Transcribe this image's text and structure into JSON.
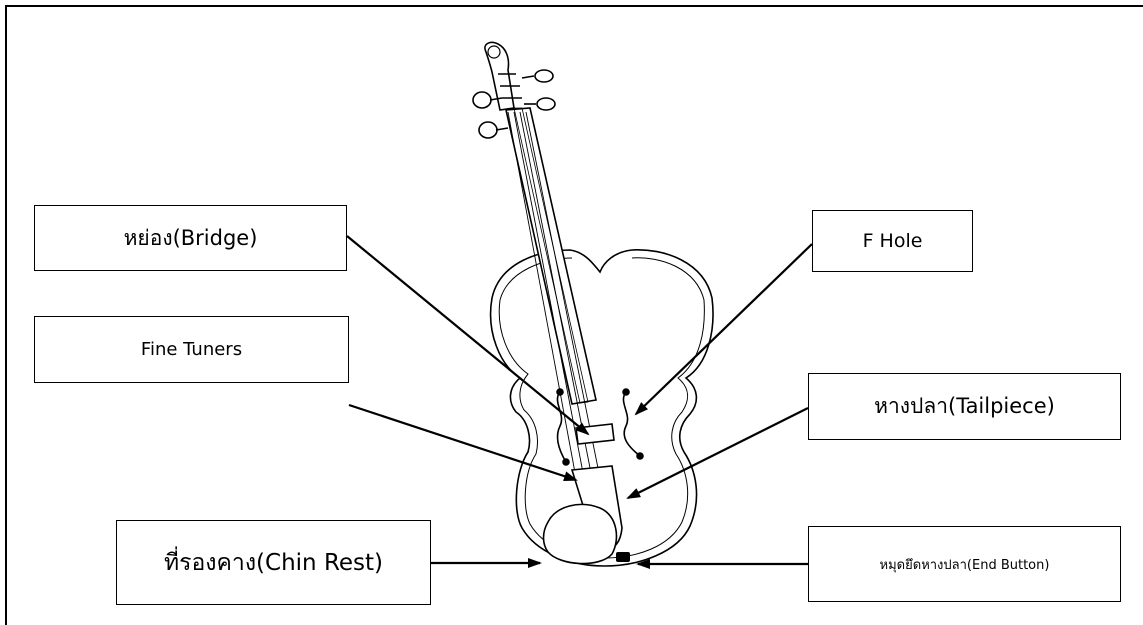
{
  "labels": {
    "bridge": "หย่อง(Bridge)",
    "f_hole": "F Hole",
    "fine_tuners": "Fine Tuners",
    "tailpiece": "หางปลา(Tailpiece)",
    "chin_rest": "ที่รองคาง(Chin Rest)",
    "end_button": "หมุดยึดหางปลา(End Button)"
  },
  "colors": {
    "line": "#000000",
    "background": "#ffffff"
  }
}
